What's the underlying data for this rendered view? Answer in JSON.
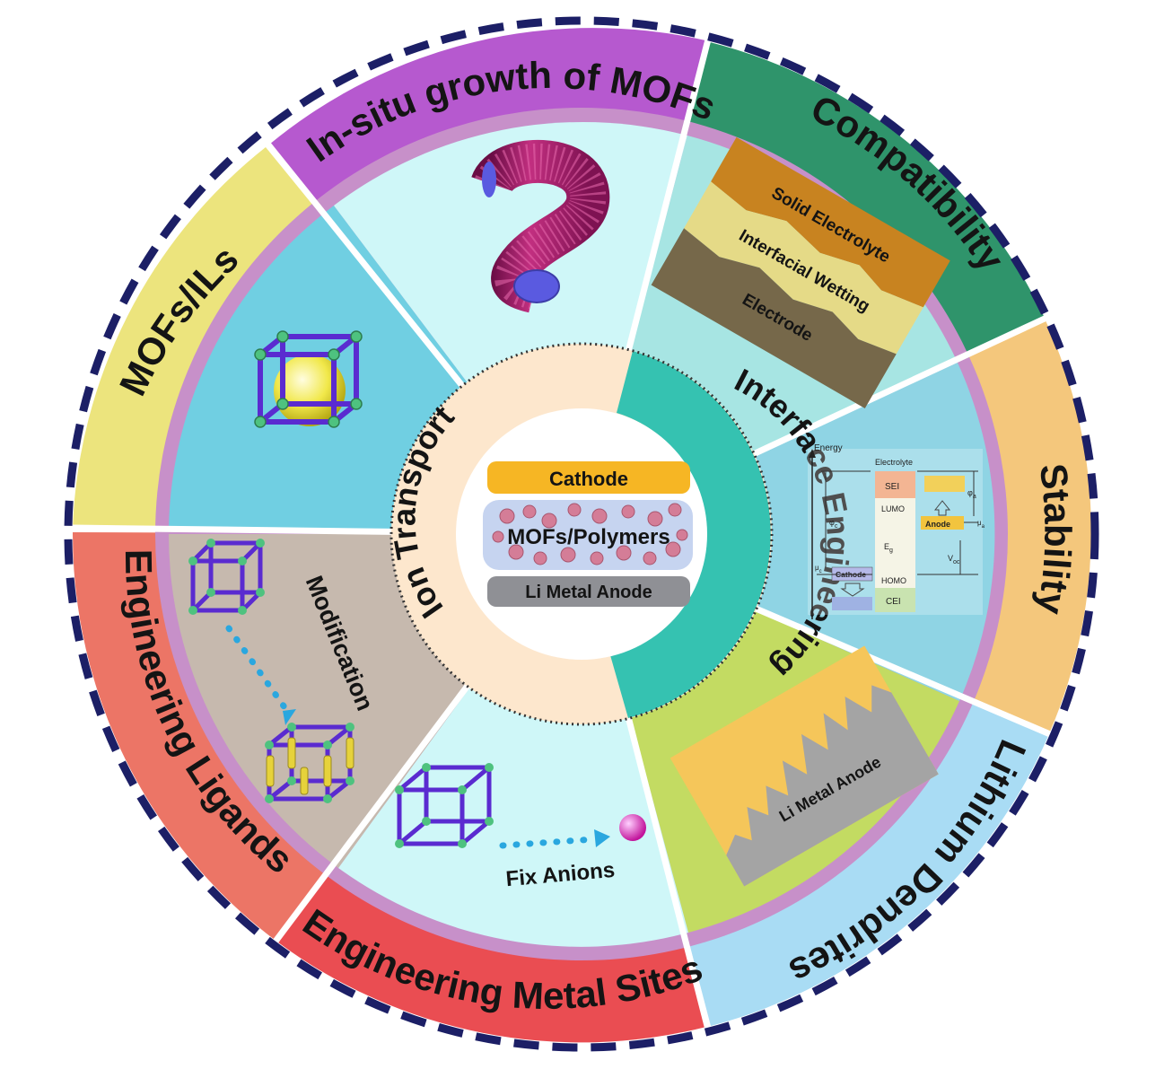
{
  "colors": {
    "outer_dash": "#1c1f66",
    "mofs_ils": "#ece47d",
    "insitu": "#b659cf",
    "compatibility": "#2f946b",
    "stability": "#f4c77c",
    "lithium": "#a9dcf4",
    "metal_sites": "#ea4d52",
    "ligands": "#ec7566",
    "ring_band": "#c790c9"
  },
  "sections": {
    "insitu": "In-situ growth of MOFs",
    "compatibility": "Compatibility",
    "stability": "Stability",
    "lithium": "Lithium Dendrites",
    "metal_sites": "Engineering Metal Sites",
    "ligands": "Engineering Ligands",
    "mofs_ils": "MOFs/ILs"
  },
  "ring": {
    "ion_transport": "Ion Transport",
    "interface_engineering": "Interface Engineering"
  },
  "center": {
    "cathode": "Cathode",
    "electrolyte": "MOFs/Polymers",
    "anode": "Li Metal Anode"
  },
  "compatibility_panel": {
    "layer1": "Solid Electrolyte",
    "layer2": "Interfacial Wetting",
    "layer3": "Electrode"
  },
  "stability_panel": {
    "energy": "Energy",
    "electrolyte": "Electrolyte",
    "sei": "SEI",
    "lumo": "LUMO",
    "homo": "HOMO",
    "cei": "CEI",
    "cathode": "Cathode",
    "anode": "Anode",
    "eg": "E",
    "eg_sub": "g",
    "phi_c": "φ",
    "phi_c_sub": "c",
    "phi_a": "φ",
    "phi_a_sub": "a",
    "voc": "V",
    "voc_sub": "oc",
    "mu_c": "μ",
    "mu_c_sub": "c",
    "mu_a": "μ",
    "mu_a_sub": "a"
  },
  "lithium_panel": {
    "label": "Li Metal Anode"
  },
  "ligand_panel": {
    "label": "Modification"
  },
  "metal_panel": {
    "label": "Fix Anions"
  }
}
